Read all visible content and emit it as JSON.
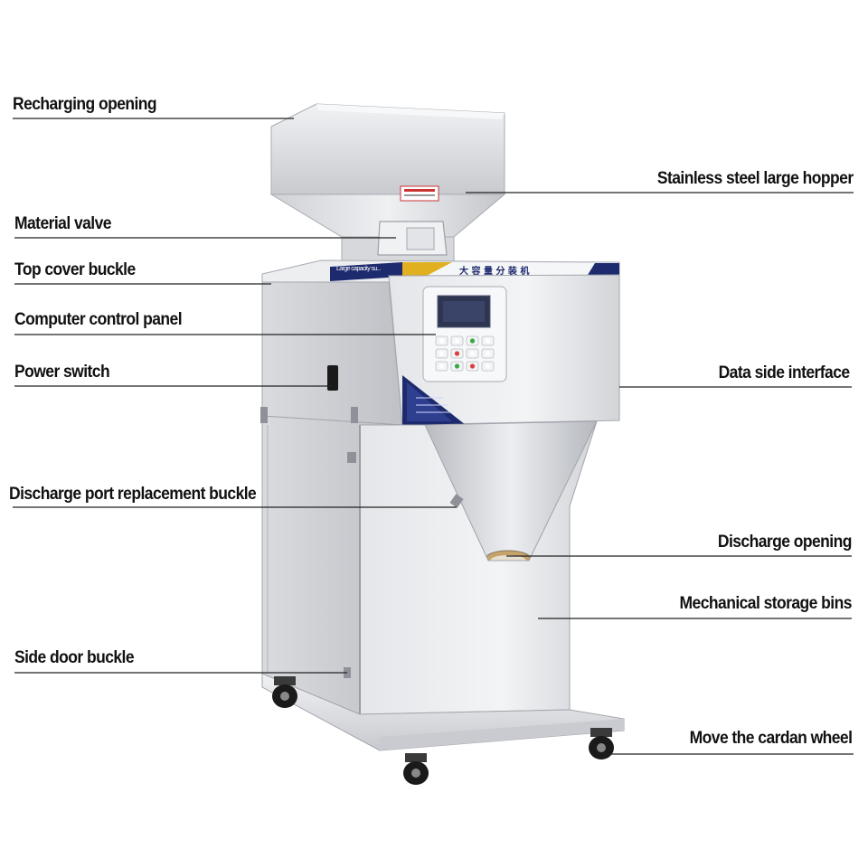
{
  "labels": {
    "recharging_opening": "Recharging opening",
    "material_valve": "Material valve",
    "top_cover_buckle": "Top cover buckle",
    "computer_control_panel": "Computer control panel",
    "power_switch": "Power switch",
    "discharge_port_replacement_buckle": "Discharge port replacement buckle",
    "side_door_buckle": "Side door buckle",
    "stainless_steel_large_hopper": "Stainless steel large hopper",
    "data_side_interface": "Data side interface",
    "discharge_opening": "Discharge opening",
    "mechanical_storage_bins": "Mechanical storage bins",
    "move_the_cardan_wheel": "Move the cardan wheel"
  },
  "machine": {
    "banner_left_text": "Large capacity su...",
    "banner_right_text": "大 容 量 分 装 机"
  },
  "colors": {
    "label_text": "#111111",
    "leader_line": "#222222",
    "steel_light": "#e9eaed",
    "steel_mid": "#c9cbd0",
    "steel_dark": "#9ea1a8",
    "banner_navy": "#1d2a6e",
    "banner_gold": "#e0b020",
    "screen": "#2d3550"
  }
}
